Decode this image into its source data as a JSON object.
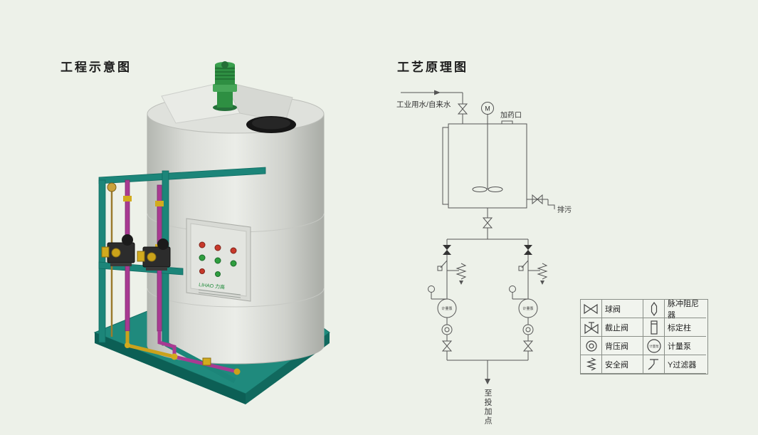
{
  "colors": {
    "background": "#edf1e9",
    "frame_teal": "#1f8a7d",
    "pipe_magenta": "#a83a92",
    "pipe_brass": "#c9a21c",
    "motor_green": "#2e8f42",
    "schematic_line": "#555555"
  },
  "left_panel": {
    "title": "工程示意图",
    "panel_brand": "LIHAO 力高"
  },
  "right_panel": {
    "title": "工艺原理图",
    "labels": {
      "water_inlet": "工业用水/自来水",
      "motor_symbol": "M",
      "dosing_port": "加药口",
      "drain": "排污",
      "pump": "计量泵",
      "dosing_point": "至投加点"
    },
    "legend": {
      "rows": [
        {
          "left_label": "球阀",
          "right_label": "脉冲阻尼器"
        },
        {
          "left_label": "截止阀",
          "right_label": "标定柱"
        },
        {
          "left_label": "背压阀",
          "right_label": "计量泵"
        },
        {
          "left_label": "安全阀",
          "right_label": "Y过滤器"
        }
      ]
    }
  }
}
